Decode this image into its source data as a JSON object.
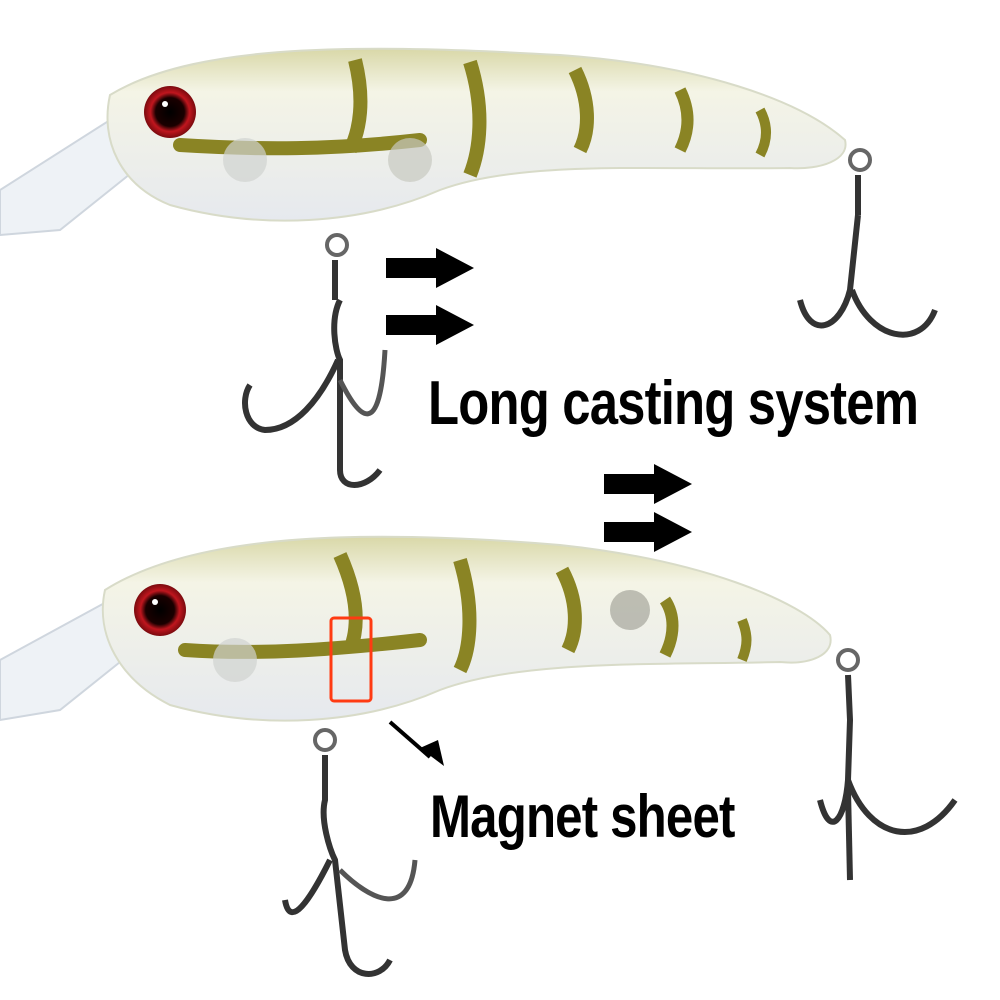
{
  "annotations": {
    "long_casting": "Long casting system",
    "magnet_sheet": "Magnet sheet"
  },
  "colors": {
    "background": "#ffffff",
    "lure_body": "#eef0e4",
    "stripe": "#8a8424",
    "eye_red": "#b0151c",
    "highlight_box": "#ff3b12",
    "text": "#000000"
  },
  "items": [
    {
      "name": "upper-lure",
      "arrows": 2
    },
    {
      "name": "lower-lure",
      "arrows": 2,
      "highlight": "magnet-sheet-box"
    }
  ]
}
